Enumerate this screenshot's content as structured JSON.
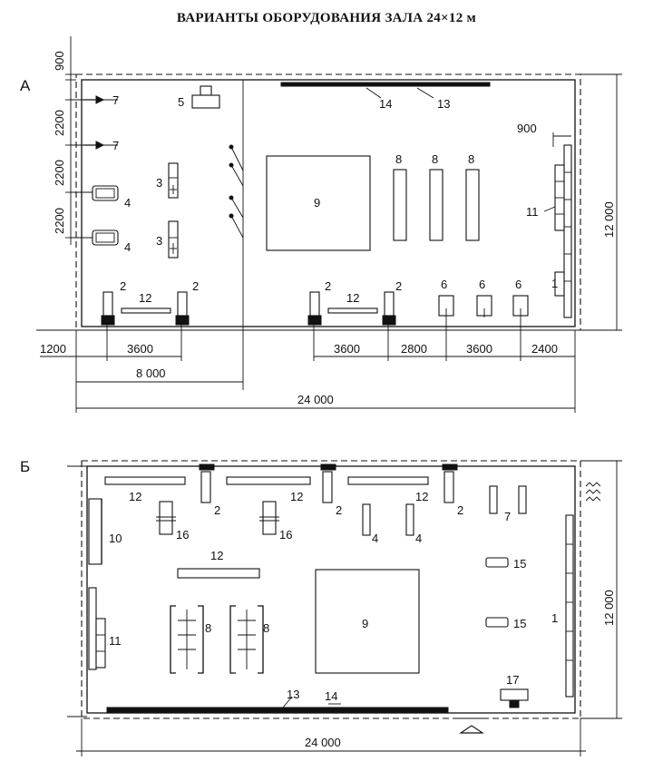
{
  "title": "ВАРИАНТЫ ОБОРУДОВАНИЯ ЗАЛА 24×12 м",
  "variant_a": {
    "label": "А",
    "top_dims": [
      "900",
      "2200",
      "2200",
      "2200"
    ],
    "right_dim": "12 000",
    "dim_900_right": "900",
    "bottom_dims": [
      "1200",
      "3600",
      "3600",
      "2800",
      "3600",
      "2400"
    ],
    "dim_8000": "8 000",
    "dim_total": "24 000",
    "labels": {
      "n7a": "7",
      "n7b": "7",
      "n5": "5",
      "n4a": "4",
      "n4b": "4",
      "n3a": "3",
      "n3b": "3",
      "n2a": "2",
      "n2b": "2",
      "n12a": "12",
      "n2c": "2",
      "n2d": "2",
      "n12b": "12",
      "n9": "9",
      "n8a": "8",
      "n8b": "8",
      "n8c": "8",
      "n14": "14",
      "n13": "13",
      "n11": "11",
      "n1": "1",
      "n6a": "6",
      "n6b": "6",
      "n6c": "6"
    }
  },
  "variant_b": {
    "label": "Б",
    "right_dim": "12 000",
    "dim_total": "24 000",
    "labels": {
      "n12a": "12",
      "n2a": "2",
      "n12b": "12",
      "n2b": "2",
      "n12c": "12",
      "n2c": "2",
      "n7": "7",
      "n16a": "16",
      "n16b": "16",
      "n4a": "4",
      "n4b": "4",
      "n10": "10",
      "n12d": "12",
      "n15a": "15",
      "n15b": "15",
      "n9": "9",
      "n11": "11",
      "n8a": "8",
      "n8b": "8",
      "n1": "1",
      "n17": "17",
      "n13": "13",
      "n14": "14"
    }
  }
}
